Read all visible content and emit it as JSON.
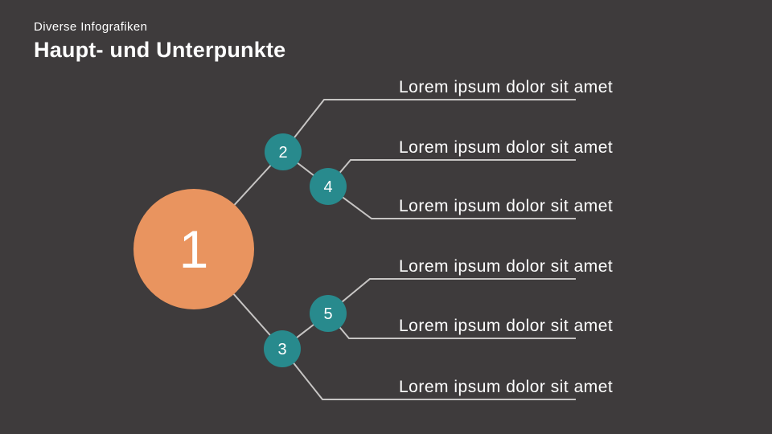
{
  "slide": {
    "eyebrow": "Diverse Infografiken",
    "title": "Haupt- und Unterpunkte"
  },
  "diagram": {
    "root": {
      "label": "1"
    },
    "nodes": [
      {
        "label": "2"
      },
      {
        "label": "4"
      },
      {
        "label": "5"
      },
      {
        "label": "3"
      }
    ],
    "items": [
      {
        "label": "Lorem ipsum dolor sit amet"
      },
      {
        "label": "Lorem ipsum dolor sit amet"
      },
      {
        "label": "Lorem ipsum dolor sit amet"
      },
      {
        "label": "Lorem ipsum dolor sit amet"
      },
      {
        "label": "Lorem ipsum dolor sit amet"
      },
      {
        "label": "Lorem ipsum dolor sit amet"
      }
    ]
  },
  "colors": {
    "background": "#3E3B3C",
    "root_circle": "#E9945F",
    "node_circle": "#288A8D",
    "connector": "#C7C5C4",
    "text": "#FFFFFF"
  }
}
